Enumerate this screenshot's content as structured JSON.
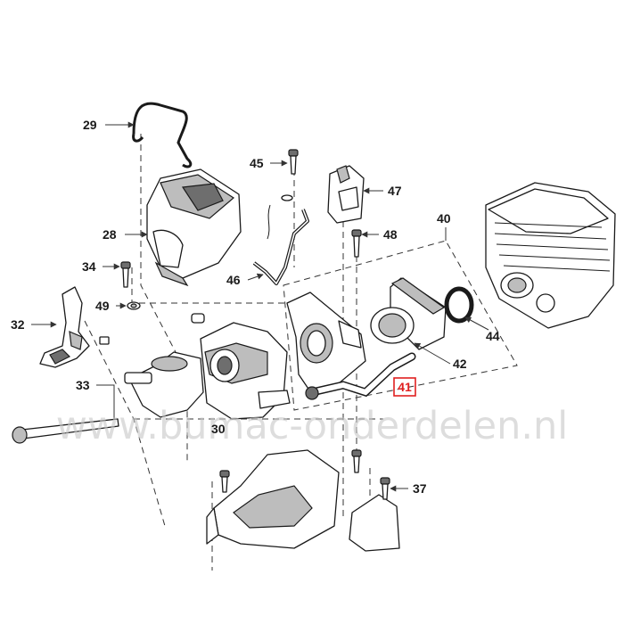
{
  "callouts": [
    {
      "label": "29"
    },
    {
      "label": "45"
    },
    {
      "label": "47"
    },
    {
      "label": "40"
    },
    {
      "label": "28"
    },
    {
      "label": "48"
    },
    {
      "label": "34"
    },
    {
      "label": "46"
    },
    {
      "label": "49"
    },
    {
      "label": "32"
    },
    {
      "label": "44"
    },
    {
      "label": "42"
    },
    {
      "label": "41"
    },
    {
      "label": "33"
    },
    {
      "label": "30"
    },
    {
      "label": "37"
    }
  ],
  "highlight": {
    "label": "41",
    "color": "#e02020"
  },
  "watermark": {
    "text": "www.bumac-onderdelen.nl"
  }
}
